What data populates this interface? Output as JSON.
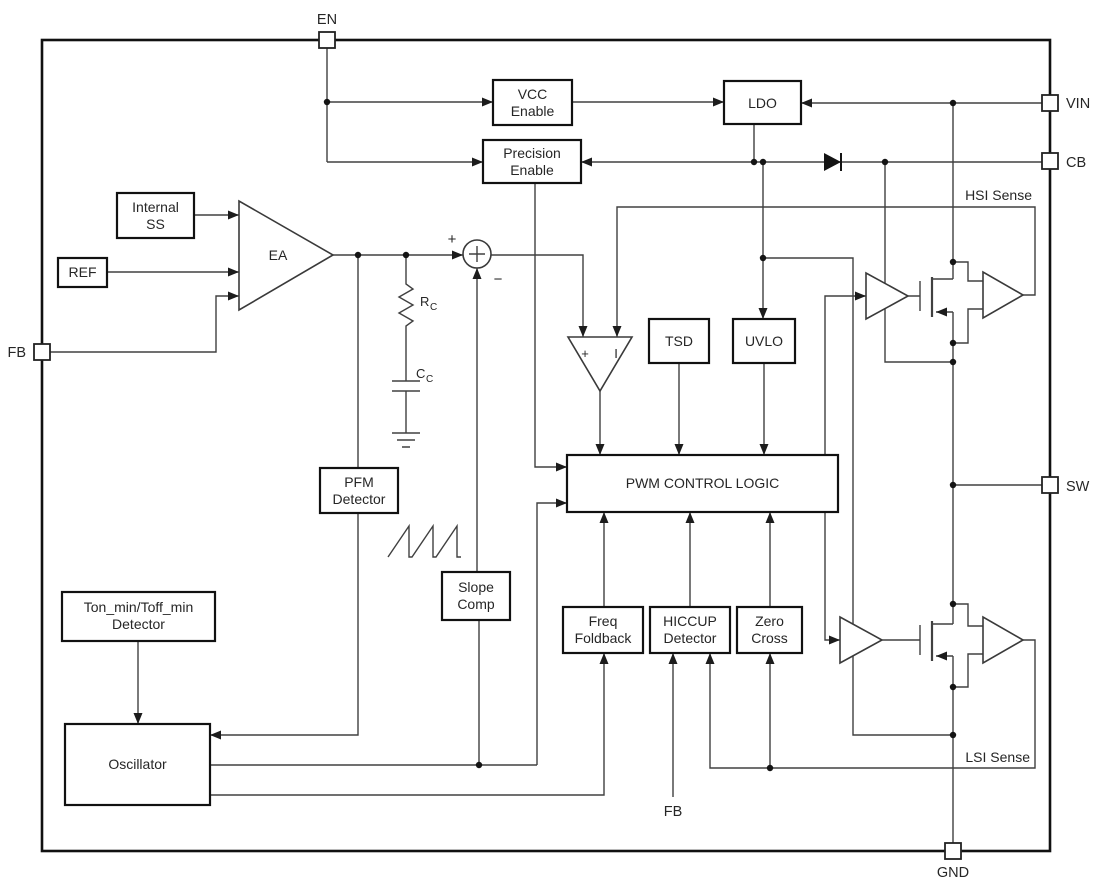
{
  "title": "DC-DC converter functional block diagram",
  "colors": {
    "wire": "#404040",
    "border": "#111111",
    "text": "#262626",
    "background": "#ffffff"
  },
  "pins": {
    "en": "EN",
    "vin": "VIN",
    "cb": "CB",
    "sw": "SW",
    "gnd": "GND",
    "fb": "FB",
    "fb_bottom": "FB"
  },
  "blocks": {
    "vcc_enable": {
      "line1": "VCC",
      "line2": "Enable"
    },
    "precision_enable": {
      "line1": "Precision",
      "line2": "Enable"
    },
    "ldo": {
      "label": "LDO"
    },
    "internal_ss": {
      "line1": "Internal",
      "line2": "SS"
    },
    "ref": {
      "label": "REF"
    },
    "ea": {
      "label": "EA"
    },
    "tsd": {
      "label": "TSD"
    },
    "uvlo": {
      "label": "UVLO"
    },
    "pwm": {
      "label": "PWM CONTROL LOGIC"
    },
    "pfm": {
      "line1": "PFM",
      "line2": "Detector"
    },
    "slope_comp": {
      "line1": "Slope",
      "line2": "Comp"
    },
    "freq_foldback": {
      "line1": "Freq",
      "line2": "Foldback"
    },
    "hiccup": {
      "line1": "HICCUP",
      "line2": "Detector"
    },
    "zero_cross": {
      "line1": "Zero",
      "line2": "Cross"
    },
    "ton_min": {
      "line1": "Ton_min/Toff_min",
      "line2": "Detector"
    },
    "oscillator": {
      "label": "Oscillator"
    }
  },
  "nets": {
    "hsi_sense": "HSI Sense",
    "lsi_sense": "LSI Sense"
  },
  "summing": {
    "plus": "+",
    "minus": "−"
  },
  "comparator": {
    "plus": "+",
    "current": "I"
  },
  "passives": {
    "rc_main": "R",
    "rc_sub": "C",
    "cc_main": "C",
    "cc_sub": "C"
  }
}
